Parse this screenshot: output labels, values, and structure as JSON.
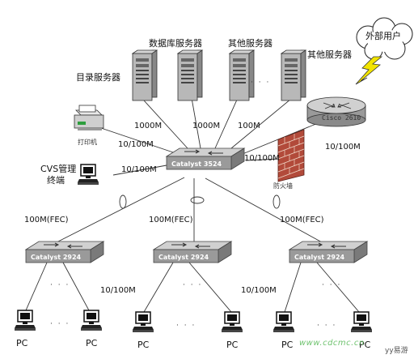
{
  "nodes": {
    "db_server": "数据库服务器",
    "other_server_1": "其他服务器",
    "other_server_2": "其他服务器",
    "dir_server": "目录服务器",
    "external_users": "外部用户",
    "printer": "打印机",
    "cvs_terminal_line1": "CVS管理",
    "cvs_terminal_line2": "终端",
    "firewall": "防火墙",
    "router_model": "Cisco 2610",
    "core_switch": "Catalyst 3524",
    "access_switch_left": "Catalyst 2924",
    "access_switch_mid": "Catalyst 2924",
    "access_switch_right": "Catalyst 2924",
    "pc_label": "PC"
  },
  "links": {
    "dir_server": "1000M",
    "db_server": "1000M",
    "other_server": "100M",
    "printer": "10/100M",
    "terminal": "10/100M",
    "firewall": "10/100M",
    "router": "10/100M",
    "uplink_left": "100M(FEC)",
    "uplink_mid": "100M(FEC)",
    "uplink_right": "100M(FEC)",
    "pc_links": "10/100M"
  },
  "ellipsis": "· · ·",
  "watermark": {
    "site": "www.cdcmc.cn",
    "brand": "yy易游"
  },
  "colors": {
    "switch_fill": "#9a9a9a",
    "server_fill": "#b8b8b8",
    "firewall_brick": "#b24a3a",
    "lightning": "#f2e400",
    "line": "#333333"
  }
}
